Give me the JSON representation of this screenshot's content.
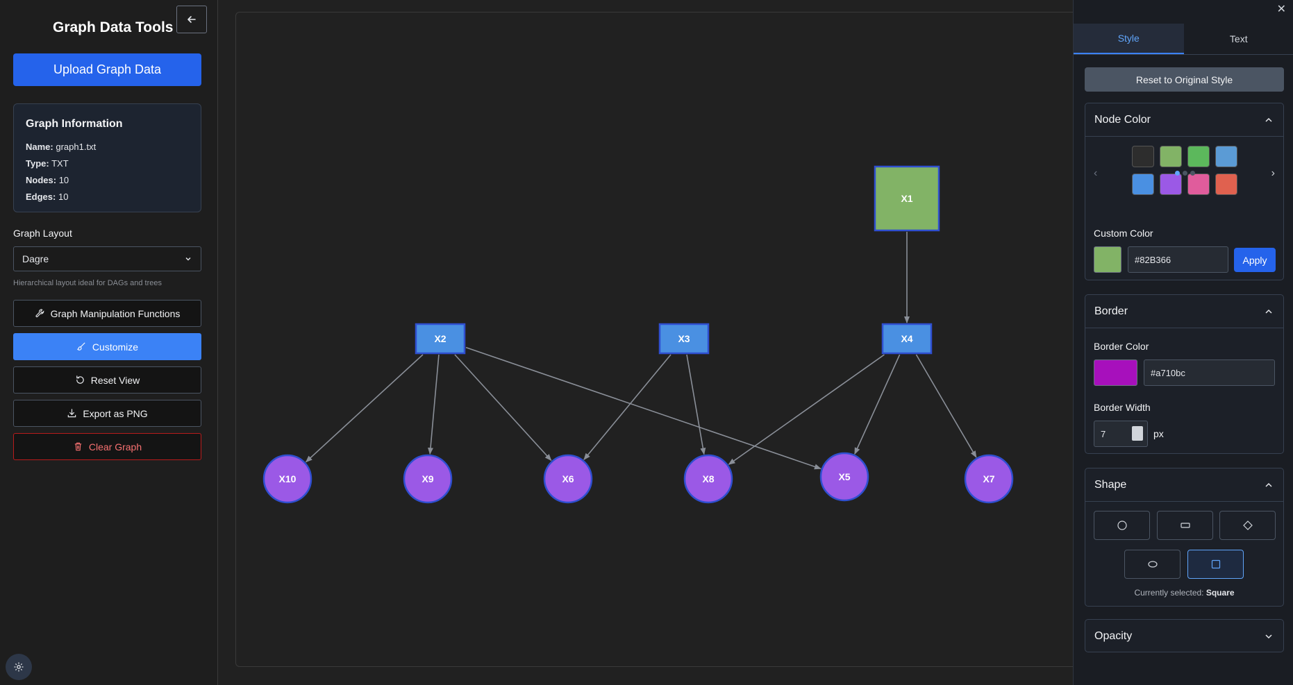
{
  "sidebar": {
    "title": "Graph Data Tools",
    "upload_label": "Upload Graph Data",
    "info": {
      "heading": "Graph Information",
      "name_key": "Name:",
      "name_val": "graph1.txt",
      "type_key": "Type:",
      "type_val": "TXT",
      "nodes_key": "Nodes:",
      "nodes_val": "10",
      "edges_key": "Edges:",
      "edges_val": "10"
    },
    "layout_label": "Graph Layout",
    "layout_value": "Dagre",
    "layout_help": "Hierarchical layout ideal for DAGs and trees",
    "buttons": {
      "manipulation": "Graph Manipulation Functions",
      "customize": "Customize",
      "reset_view": "Reset View",
      "export": "Export as PNG",
      "clear": "Clear Graph"
    }
  },
  "graph": {
    "nodes": [
      {
        "id": "X1",
        "shape": "square",
        "color": "#82B366"
      },
      {
        "id": "X2",
        "shape": "rect",
        "color": "#4a90e2"
      },
      {
        "id": "X3",
        "shape": "rect",
        "color": "#4a90e2"
      },
      {
        "id": "X4",
        "shape": "rect",
        "color": "#4a90e2"
      },
      {
        "id": "X10",
        "shape": "circle",
        "color": "#9b59e6"
      },
      {
        "id": "X9",
        "shape": "circle",
        "color": "#9b59e6"
      },
      {
        "id": "X6",
        "shape": "circle",
        "color": "#9b59e6"
      },
      {
        "id": "X8",
        "shape": "circle",
        "color": "#9b59e6"
      },
      {
        "id": "X5",
        "shape": "circle",
        "color": "#9b59e6"
      },
      {
        "id": "X7",
        "shape": "circle",
        "color": "#9b59e6"
      }
    ],
    "edges": [
      [
        "X1",
        "X4"
      ],
      [
        "X2",
        "X10"
      ],
      [
        "X2",
        "X9"
      ],
      [
        "X2",
        "X6"
      ],
      [
        "X2",
        "X5"
      ],
      [
        "X3",
        "X6"
      ],
      [
        "X3",
        "X8"
      ],
      [
        "X4",
        "X8"
      ],
      [
        "X4",
        "X5"
      ],
      [
        "X4",
        "X7"
      ]
    ]
  },
  "panel": {
    "tabs": [
      "Style",
      "Text"
    ],
    "reset_label": "Reset to Original Style",
    "node_color": {
      "title": "Node Color",
      "swatches": [
        "#2d2d2d",
        "#82b366",
        "#5cb85c",
        "#5b9bd5",
        "#4a90e2",
        "#9b59e6",
        "#e05c9c",
        "#e0614f"
      ],
      "custom_label": "Custom Color",
      "custom_value": "#82B366",
      "custom_swatch": "#82B366",
      "apply_label": "Apply"
    },
    "border": {
      "title": "Border",
      "color_label": "Border Color",
      "color_value": "#a710bc",
      "color_swatch": "#a710bc",
      "width_label": "Border Width",
      "width_value": "7",
      "width_unit": "px"
    },
    "shape": {
      "title": "Shape",
      "options": [
        "circle",
        "rectangle",
        "diamond",
        "ellipse",
        "square"
      ],
      "selected_prefix": "Currently selected:",
      "selected_value": "Square"
    },
    "opacity": {
      "title": "Opacity"
    }
  }
}
